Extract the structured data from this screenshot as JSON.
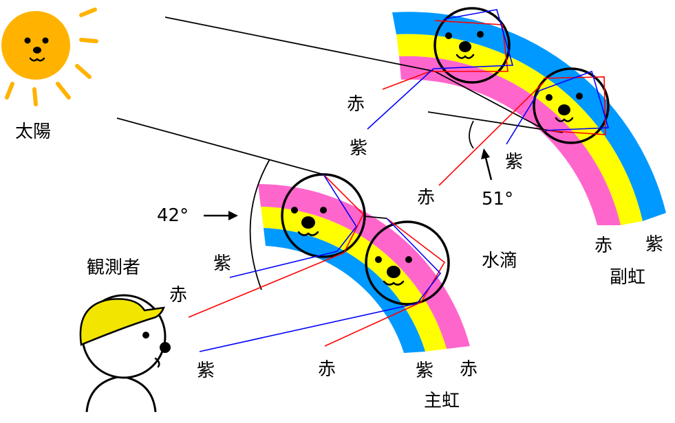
{
  "labels": {
    "sun": "太陽",
    "observer": "観測者",
    "water_drop": "水滴",
    "primary_rainbow": "主虹",
    "secondary_rainbow": "副虹",
    "angle_primary": "42°",
    "angle_secondary": "51°",
    "red": "赤",
    "violet": "紫"
  },
  "colors": {
    "sun": "#ffb300",
    "sun_rays": "#ffb300",
    "rainbow_pink": "#ff66cc",
    "rainbow_yellow": "#ffff00",
    "rainbow_blue": "#0099ff",
    "red_ray": "#ff0000",
    "violet_ray": "#0000ff",
    "cap": "#f2e600"
  },
  "icons": {
    "sun": "smiling-sun-icon",
    "observer": "observer-with-cap-icon",
    "drop": "face-droplet-icon"
  }
}
